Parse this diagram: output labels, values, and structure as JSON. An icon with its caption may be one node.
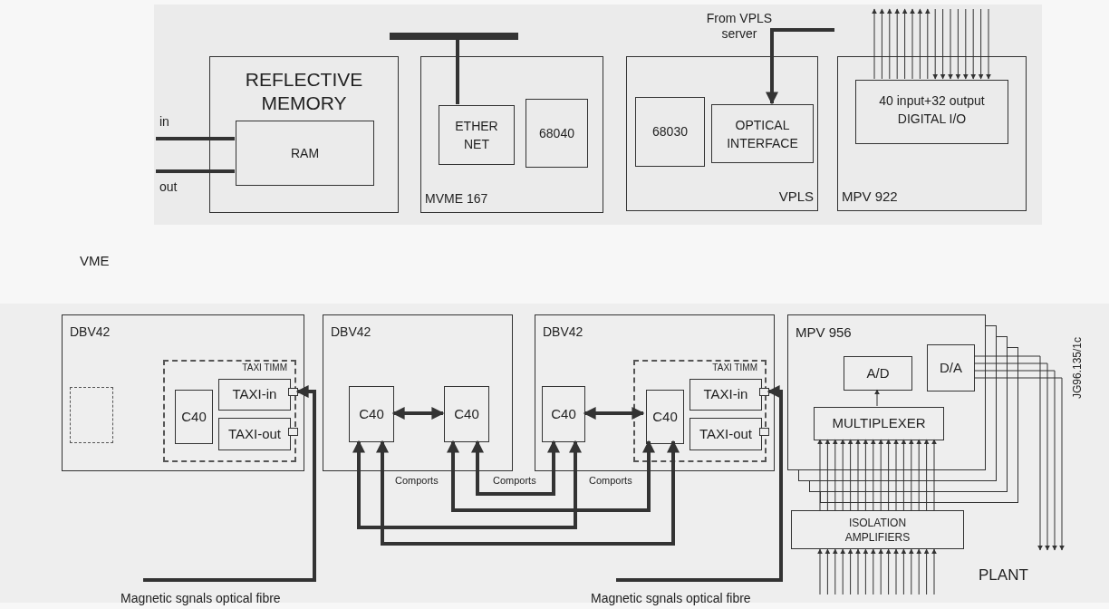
{
  "diagram": {
    "nodes": [
      {
        "text": [
          "REFLECTIVE MEMORY"
        ]
      },
      {
        "text": [
          "RAM"
        ],
        "in": 0
      },
      {
        "text": [
          "MVME 167"
        ]
      },
      {
        "text": [
          "ETHER NET"
        ],
        "in": 2
      },
      {
        "text": [
          "68040"
        ],
        "in": 2
      },
      {
        "text": [
          "VPLS"
        ]
      },
      {
        "text": [
          "68030"
        ],
        "in": 5
      },
      {
        "text": [
          "OPTICAL INTERFACE"
        ],
        "in": 5
      },
      {
        "text": [
          "MPV 922"
        ]
      },
      {
        "text": [
          "40 input+32 output DIGITAL I/O"
        ],
        "in": 8
      },
      {
        "text": [
          "DBV42"
        ]
      },
      {
        "text": [],
        "shape": "box",
        "in": 10
      },
      {
        "text": [
          "TAXI TIMM"
        ],
        "in": 10
      },
      {
        "text": [
          "C40"
        ],
        "in": 12
      },
      {
        "text": [
          "TAXI-in"
        ],
        "in": 12
      },
      {
        "text": [
          "TAXI-out"
        ],
        "in": 12
      },
      {
        "text": [
          "DBV42"
        ]
      },
      {
        "text": [
          "C40"
        ],
        "in": 16
      },
      {
        "text": [
          "C40"
        ],
        "in": 16
      },
      {
        "text": [
          "DBV42"
        ]
      },
      {
        "text": [
          "C40"
        ],
        "in": 19
      },
      {
        "text": [
          "TAXI TIMM"
        ],
        "in": 19
      },
      {
        "text": [
          "C40"
        ],
        "in": 21
      },
      {
        "text": [
          "TAXI-in"
        ],
        "in": 21
      },
      {
        "text": [
          "TAXI-out"
        ],
        "in": 21
      },
      {
        "text": [
          "MPV 956"
        ]
      },
      {
        "text": [
          "A/D"
        ],
        "in": 25
      },
      {
        "text": [
          "D/A"
        ],
        "in": 25
      },
      {
        "text": [
          "MULTIPLEXER"
        ],
        "in": 25
      },
      {
        "text": [
          "ISOLATION AMPLIFIERS"
        ]
      }
    ],
    "edges": [
      {
        "from": null,
        "to": 1,
        "arrow": "none",
        "style": "thick"
      },
      {
        "from": 1,
        "to": null,
        "arrow": "none",
        "style": "thick"
      },
      {
        "from": null,
        "to": 3,
        "arrow": "none",
        "style": "thick"
      },
      {
        "from": null,
        "to": 7,
        "arrow": "to",
        "style": "thick"
      },
      {
        "from": 9,
        "to": null,
        "arrow": "to"
      },
      {
        "from": 9,
        "to": null,
        "arrow": "to"
      },
      {
        "from": 9,
        "to": null,
        "arrow": "to"
      },
      {
        "from": 9,
        "to": null,
        "arrow": "to"
      },
      {
        "from": 9,
        "to": null,
        "arrow": "to"
      },
      {
        "from": 9,
        "to": null,
        "arrow": "to"
      },
      {
        "from": 9,
        "to": null,
        "arrow": "to"
      },
      {
        "from": 9,
        "to": null,
        "arrow": "to"
      },
      {
        "from": null,
        "to": 9,
        "arrow": "to"
      },
      {
        "from": null,
        "to": 9,
        "arrow": "to"
      },
      {
        "from": null,
        "to": 9,
        "arrow": "to"
      },
      {
        "from": null,
        "to": 9,
        "arrow": "to"
      },
      {
        "from": null,
        "to": 9,
        "arrow": "to"
      },
      {
        "from": null,
        "to": 9,
        "arrow": "to"
      },
      {
        "from": null,
        "to": 9,
        "arrow": "to"
      },
      {
        "from": null,
        "to": 9,
        "arrow": "to"
      },
      {
        "from": 17,
        "to": 18,
        "arrow": "both",
        "style": "thick"
      },
      {
        "from": 20,
        "to": 22,
        "arrow": "both",
        "style": "thick"
      },
      {
        "from": 18,
        "to": 20,
        "arrow": "both",
        "style": "thick"
      },
      {
        "from": 18,
        "to": 22,
        "arrow": "both",
        "style": "thick"
      },
      {
        "from": 17,
        "to": 20,
        "arrow": "both",
        "style": "thick"
      },
      {
        "from": 17,
        "to": 22,
        "arrow": "both",
        "style": "thick"
      },
      {
        "from": null,
        "to": 14,
        "arrow": "to",
        "style": "thick"
      },
      {
        "from": null,
        "to": 23,
        "arrow": "to",
        "style": "thick"
      },
      {
        "from": 28,
        "to": 26,
        "arrow": "to"
      },
      {
        "from": 29,
        "to": 28,
        "arrow": "to"
      },
      {
        "from": 29,
        "to": 28,
        "arrow": "to"
      },
      {
        "from": 29,
        "to": 28,
        "arrow": "to"
      },
      {
        "from": 29,
        "to": 28,
        "arrow": "to"
      },
      {
        "from": 29,
        "to": 28,
        "arrow": "to"
      },
      {
        "from": 29,
        "to": 28,
        "arrow": "to"
      },
      {
        "from": 29,
        "to": 28,
        "arrow": "to"
      },
      {
        "from": 29,
        "to": 28,
        "arrow": "to"
      },
      {
        "from": 29,
        "to": 28,
        "arrow": "to"
      },
      {
        "from": 29,
        "to": 28,
        "arrow": "to"
      },
      {
        "from": 29,
        "to": 28,
        "arrow": "to"
      },
      {
        "from": 29,
        "to": 28,
        "arrow": "to"
      },
      {
        "from": 29,
        "to": 28,
        "arrow": "to"
      },
      {
        "from": 29,
        "to": 28,
        "arrow": "to"
      },
      {
        "from": 29,
        "to": 28,
        "arrow": "to"
      },
      {
        "from": 29,
        "to": 28,
        "arrow": "to"
      },
      {
        "from": null,
        "to": 29,
        "arrow": "to"
      },
      {
        "from": null,
        "to": 29,
        "arrow": "to"
      },
      {
        "from": null,
        "to": 29,
        "arrow": "to"
      },
      {
        "from": null,
        "to": 29,
        "arrow": "to"
      },
      {
        "from": null,
        "to": 29,
        "arrow": "to"
      },
      {
        "from": null,
        "to": 29,
        "arrow": "to"
      },
      {
        "from": null,
        "to": 29,
        "arrow": "to"
      },
      {
        "from": null,
        "to": 29,
        "arrow": "to"
      },
      {
        "from": null,
        "to": 29,
        "arrow": "to"
      },
      {
        "from": null,
        "to": 29,
        "arrow": "to"
      },
      {
        "from": null,
        "to": 29,
        "arrow": "to"
      },
      {
        "from": null,
        "to": 29,
        "arrow": "to"
      },
      {
        "from": null,
        "to": 29,
        "arrow": "to"
      },
      {
        "from": null,
        "to": 29,
        "arrow": "to"
      },
      {
        "from": null,
        "to": 29,
        "arrow": "to"
      },
      {
        "from": null,
        "to": 29,
        "arrow": "to"
      },
      {
        "from": 27,
        "to": null,
        "arrow": "to"
      },
      {
        "from": 27,
        "to": null,
        "arrow": "to"
      },
      {
        "from": 27,
        "to": null,
        "arrow": "to"
      },
      {
        "from": 27,
        "to": null,
        "arrow": "to"
      }
    ],
    "labels": [
      "From VPLS server",
      "in",
      "out",
      "VME",
      "Comports",
      "Comports",
      "Comports",
      "JG96.135/1c",
      "PLANT",
      "Magnetic sgnals optical fibre",
      "Magnetic sgnals optical fibre"
    ]
  }
}
